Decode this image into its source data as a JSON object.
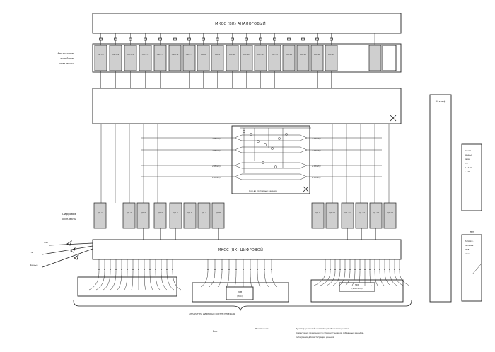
{
  "labels": {
    "top_switch": "МКСС (ВК) АНАЛОГОВЫЙ",
    "bottom_switch": "МКСС (ВК) ЦИФРОВОЙ",
    "left_analog": [
      "Аналоговые",
      "линейные",
      "комплекты"
    ],
    "left_digital": [
      "Цифровые",
      "комплекты"
    ],
    "sidebar_top": "Ш к а ф",
    "footer_caption": "АППАРАТУРА ЦИФРОВЫХ СИСТЕМ ПЕРЕДАЧИ",
    "figure_number": "Рис.1",
    "note_label": "Примечание:",
    "note_lines": [
      "Пунктир условный: коммутация обычными узлами.",
      "Коммутация применяется с переустановкой собранных каналов,",
      "интеграции для интеграции данных"
    ],
    "center_box_caption": "Кол-во групповых каналов",
    "pdh_left": [
      "ПСМ",
      "(ПСС)"
    ],
    "pdh_right": [
      "SDH",
      "(SMB-STM)"
    ]
  },
  "analog_cards": [
    "ЛКТ-1",
    "ЛК-Т-2",
    "ЛК-Т-3",
    "ЛК-Т-4",
    "ЛК-Т-5",
    "ЛК-Т-6",
    "ЛК-Т-7",
    "ЛК-8",
    "ЛК-9",
    "ЛК-10",
    "ЛК-11",
    "ЛК-12",
    "ЛК-13",
    "ЛК-14",
    "ЛК-15",
    "ЛК-16",
    "ЛК-17"
  ],
  "digital_cards_left": [
    "ЦК-1",
    "ЦК-2",
    "ЦК-3",
    "ЦК-4",
    "ЦК-5",
    "ЦК-6",
    "ЦК-7",
    "ЦК-8"
  ],
  "digital_cards_right": [
    "ЦК-9",
    "ЦК-10",
    "ЦК-11",
    "ЦК-12",
    "ЦК-13",
    "ЦК-14"
  ],
  "right_panel_lines": [
    "Канал",
    "данных",
    "связи",
    "1-4",
    "4-12 Ш",
    "1-100"
  ],
  "right_panel2_title": "ИБП",
  "right_panel2_lines": [
    "Напряж.",
    "питания",
    "24 В",
    "тока"
  ],
  "flow_labels": [
    "2 Мбит/с",
    "2 Мбит/с",
    "2 Мбит/с",
    "2 Мбит/с"
  ],
  "left_inputs": [
    "Тлф",
    "Тлг",
    "Данные"
  ]
}
